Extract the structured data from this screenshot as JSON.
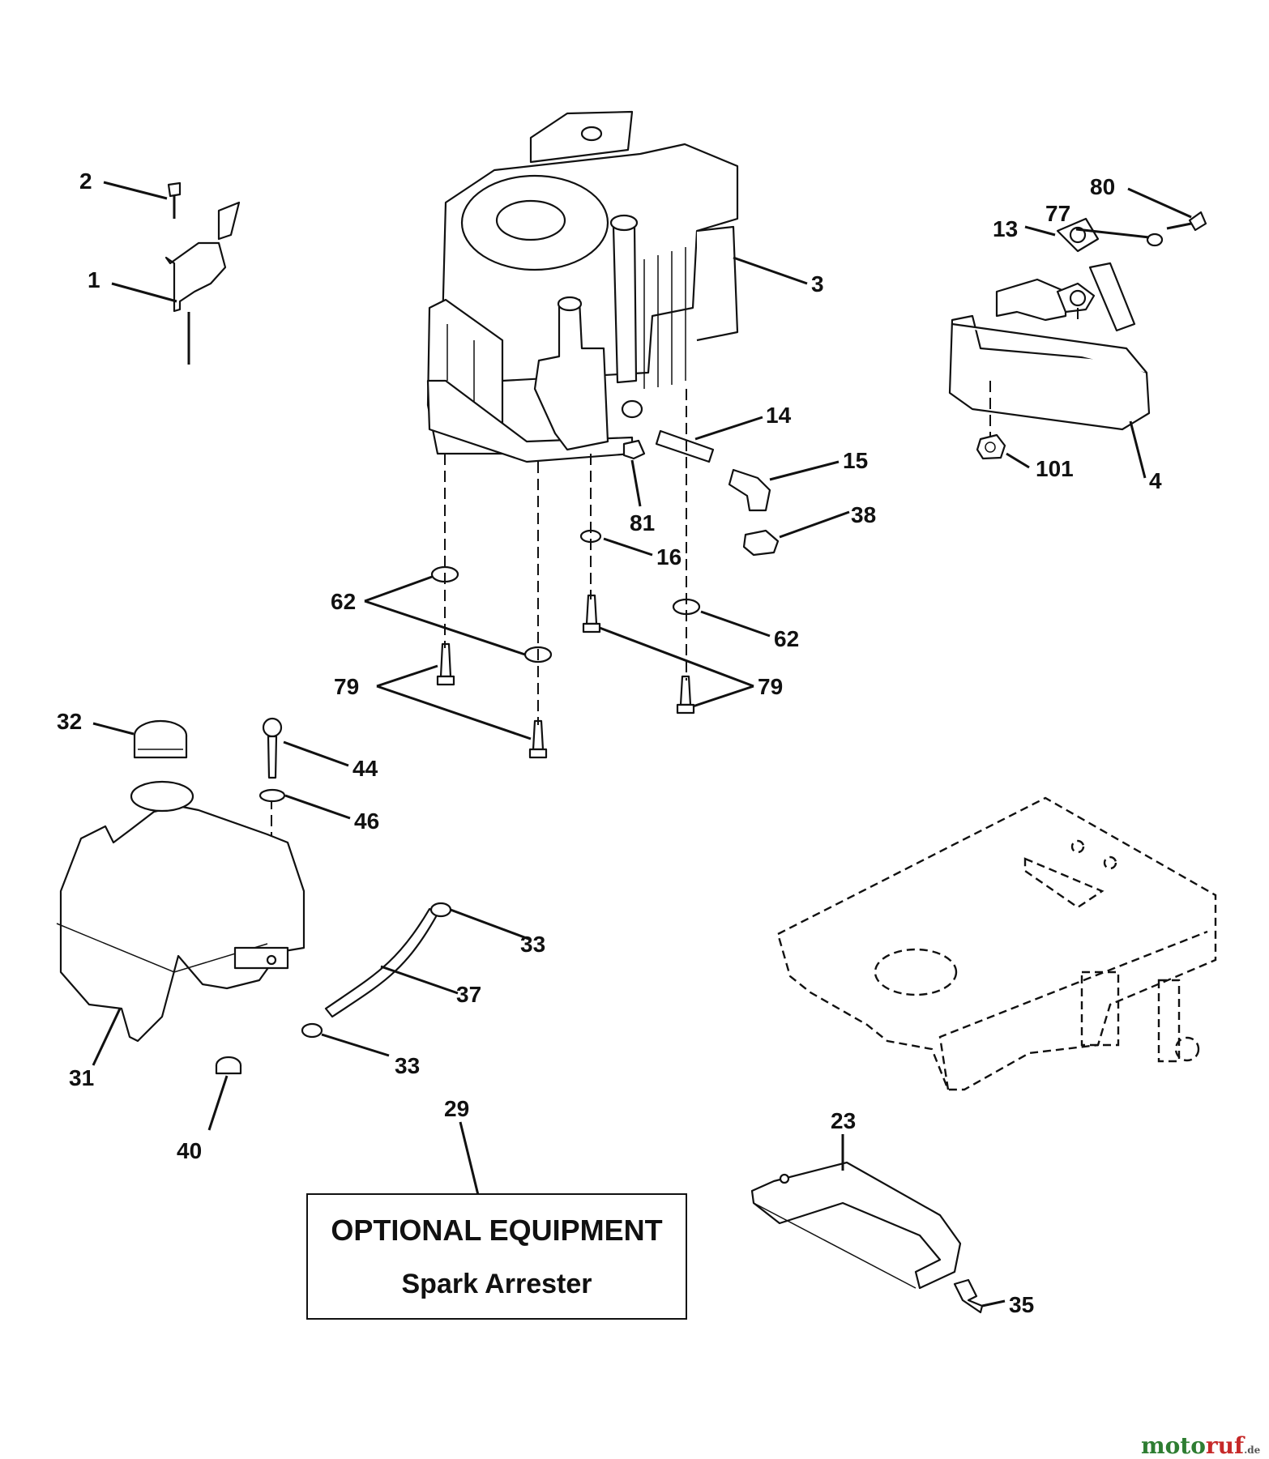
{
  "callouts": {
    "c1": "1",
    "c2": "2",
    "c3": "3",
    "c4": "4",
    "c13": "13",
    "c14": "14",
    "c15": "15",
    "c16": "16",
    "c23": "23",
    "c29": "29",
    "c31": "31",
    "c32": "32",
    "c33a": "33",
    "c33b": "33",
    "c35": "35",
    "c37": "37",
    "c38": "38",
    "c40": "40",
    "c44": "44",
    "c46": "46",
    "c62a": "62",
    "c62b": "62",
    "c77": "77",
    "c79a": "79",
    "c79b": "79",
    "c80": "80",
    "c81": "81",
    "c101": "101"
  },
  "optional_equipment": {
    "title": "OPTIONAL EQUIPMENT",
    "subtitle": "Spark Arrester"
  },
  "watermark": {
    "part1": "moto",
    "part2": "ruf",
    "part3": ".de"
  }
}
